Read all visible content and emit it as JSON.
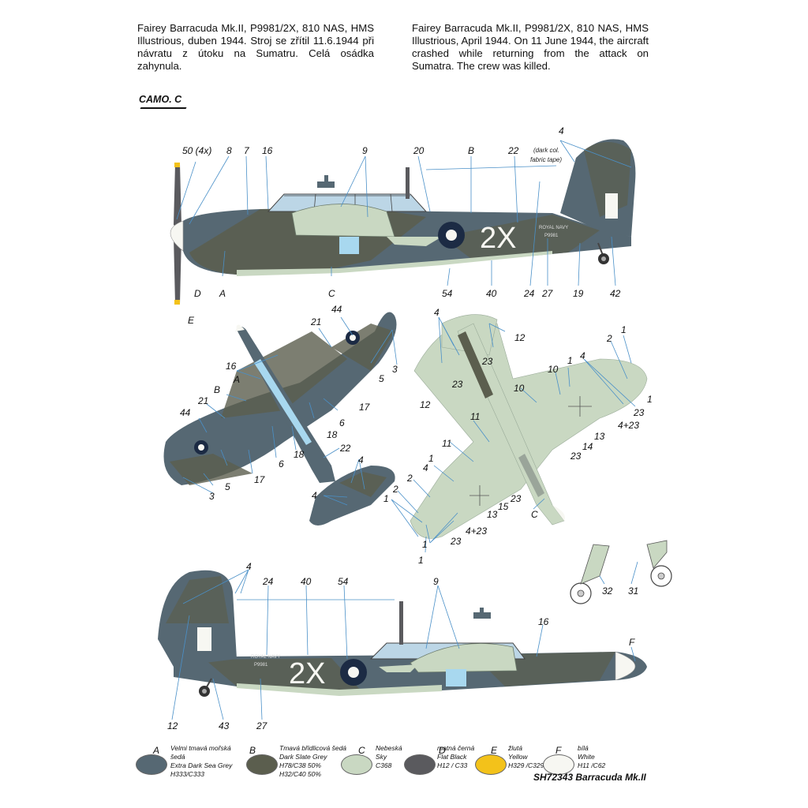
{
  "captions": {
    "czech": "Fairey Barracuda Mk.II, P9981/2X, 810 NAS, HMS Illustrious, duben 1944. Stroj se zřítil 11.6.1944 při návratu z útoku na Sumatru. Celá osádka zahynula.",
    "english": "Fairey Barracuda Mk.II, P9981/2X, 810 NAS, HMS Illustrious, April 1944. On 11 June 1944, the aircraft crashed while returning from the attack on Sumatra. The crew was killed."
  },
  "camo_label": "CAMO. C",
  "aircraft": {
    "code": "2X",
    "royal_navy": "ROYAL NAVY",
    "serial": "P9981"
  },
  "callouts": {
    "c50": "50 (4x)",
    "c8": "8",
    "c7": "7",
    "c16": "16",
    "c9": "9",
    "c20": "20",
    "cB": "B",
    "c22": "22",
    "c4": "4",
    "tape_note_1": "(dark col.",
    "tape_note_2": "fabric tape)",
    "cD": "D",
    "cA": "A",
    "cC": "C",
    "cE": "E",
    "c54": "54",
    "c40": "40",
    "c24": "24",
    "c27": "27",
    "c19": "19",
    "c42": "42",
    "c44": "44",
    "c21": "21",
    "c3": "3",
    "c5": "5",
    "c17": "17",
    "c6": "6",
    "c18": "18",
    "c12": "12",
    "c23": "23",
    "c1": "1",
    "c2": "2",
    "c10": "10",
    "c11": "11",
    "c13": "13",
    "c14": "14",
    "c15": "15",
    "c4p23": "4+23",
    "c32": "32",
    "c31": "31",
    "cF": "F",
    "c43": "43"
  },
  "colors": [
    {
      "letter": "A",
      "hex": "#566873",
      "czech": "Velmi tmavá mořská šedá",
      "english": "Extra Dark Sea Grey",
      "codes": [
        "H333/C333"
      ]
    },
    {
      "letter": "B",
      "hex": "#5b5e4e",
      "czech": "Tmavá břidlicová šedá",
      "english": "Dark Slate Grey",
      "codes": [
        "H78/C38 50%",
        "H32/C40 50%"
      ]
    },
    {
      "letter": "C",
      "hex": "#c9d8c2",
      "czech": "Nebeská",
      "english": "Sky",
      "codes": [
        "C368"
      ]
    },
    {
      "letter": "D",
      "hex": "#5a5a5e",
      "czech": "matná černá",
      "english": "Flat Black",
      "codes": [
        "H12 / C33"
      ]
    },
    {
      "letter": "E",
      "hex": "#f3c21a",
      "czech": "žlutá",
      "english": "Yellow",
      "codes": [
        "H329 /C329"
      ]
    },
    {
      "letter": "F",
      "hex": "#f7f7f2",
      "czech": "bílá",
      "english": "White",
      "codes": [
        "H11 /C62"
      ]
    }
  ],
  "footer": "SH72343 Barracuda Mk.II"
}
